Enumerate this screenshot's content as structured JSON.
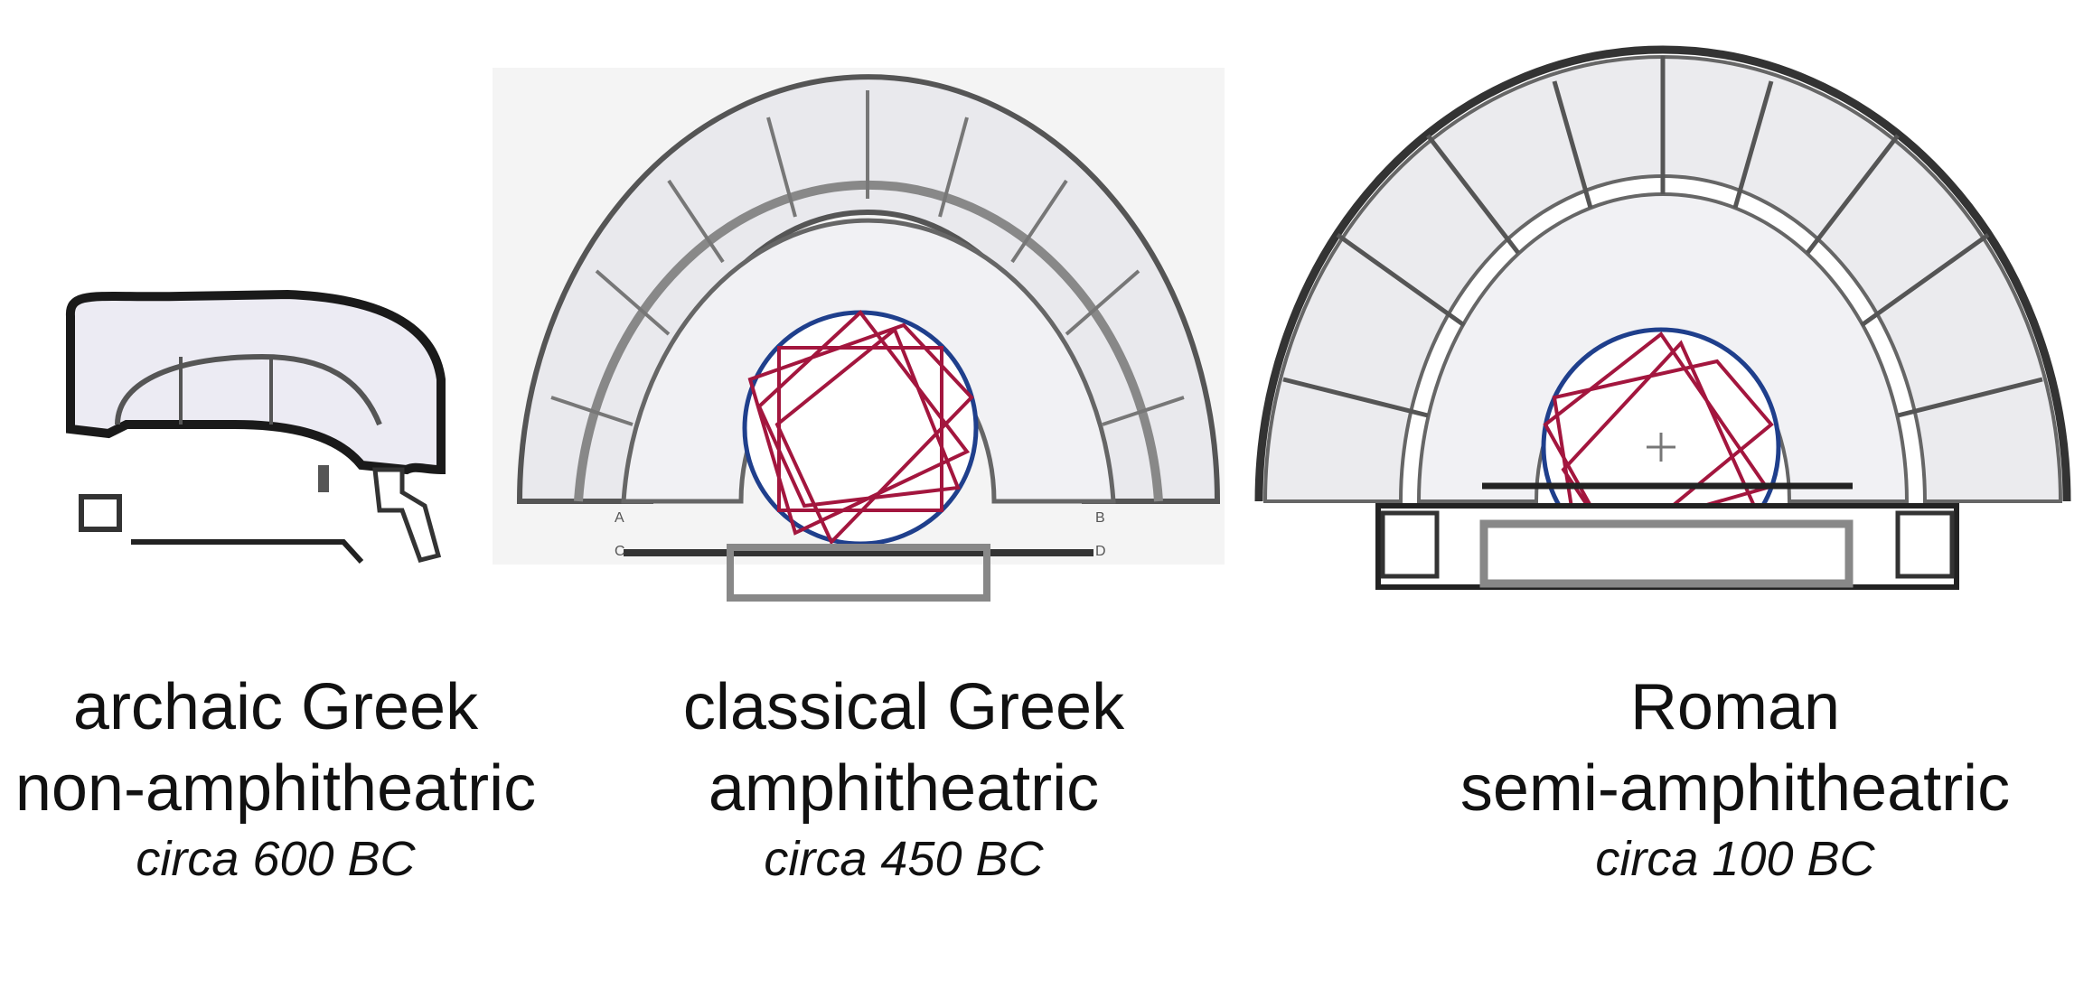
{
  "colors": {
    "line": "#3a3a3a",
    "seat": "#b8b8c0",
    "fill": "#ecebf3",
    "orchestra_circle": "#1f3f8c",
    "polygram": "#a3163e",
    "stage": "#888888"
  },
  "panels": [
    {
      "id": "archaic",
      "lines": [
        "archaic Greek",
        "non-amphitheatric"
      ],
      "date": "circa 600 BC"
    },
    {
      "id": "classical",
      "lines": [
        "classical Greek",
        "amphitheatric"
      ],
      "date": "circa 450 BC"
    },
    {
      "id": "roman",
      "lines": [
        "Roman",
        "semi-amphitheatric"
      ],
      "date": "circa 100 BC"
    }
  ],
  "plan_letters": [
    "A",
    "B",
    "C",
    "D"
  ]
}
